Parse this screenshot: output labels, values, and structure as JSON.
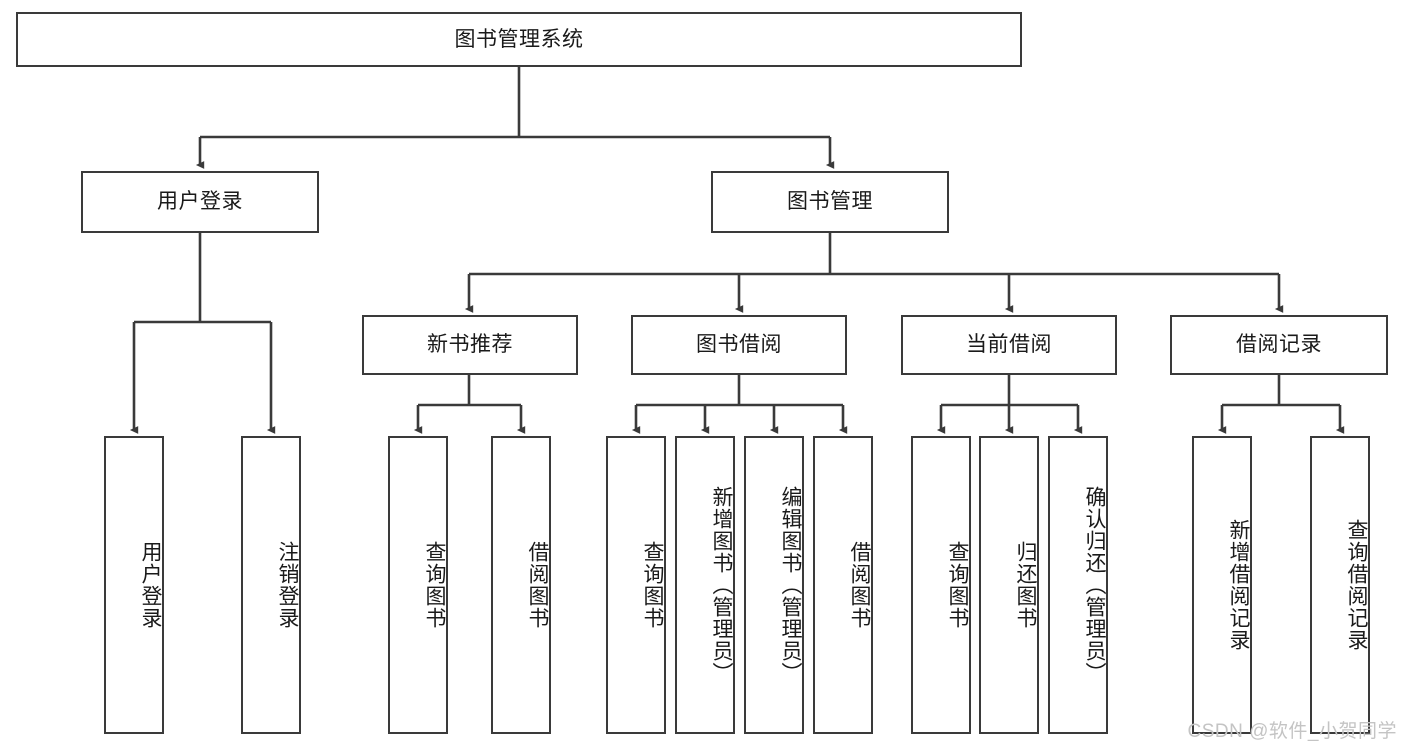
{
  "diagram": {
    "type": "tree-hierarchy",
    "title": "图书管理系统",
    "root": {
      "id": "root",
      "label": "图书管理系统"
    },
    "level2": [
      {
        "id": "user-login",
        "label": "用户登录"
      },
      {
        "id": "book-manage",
        "label": "图书管理"
      }
    ],
    "level3": [
      {
        "id": "new-book-recommend",
        "label": "新书推荐",
        "parent": "book-manage"
      },
      {
        "id": "book-borrow",
        "label": "图书借阅",
        "parent": "book-manage"
      },
      {
        "id": "current-borrow",
        "label": "当前借阅",
        "parent": "book-manage"
      },
      {
        "id": "borrow-record",
        "label": "借阅记录",
        "parent": "book-manage"
      }
    ],
    "leaves": [
      {
        "id": "leaf-user-login",
        "label": "用户登录",
        "parent": "user-login"
      },
      {
        "id": "leaf-logout",
        "label": "注销登录",
        "parent": "user-login"
      },
      {
        "id": "leaf-query-book-1",
        "label": "查询图书",
        "parent": "new-book-recommend"
      },
      {
        "id": "leaf-borrow-book-1",
        "label": "借阅图书",
        "parent": "new-book-recommend"
      },
      {
        "id": "leaf-query-book-2",
        "label": "查询图书",
        "parent": "book-borrow"
      },
      {
        "id": "leaf-add-book",
        "label": "新增图书（管理员）",
        "parent": "book-borrow"
      },
      {
        "id": "leaf-edit-book",
        "label": "编辑图书（管理员）",
        "parent": "book-borrow"
      },
      {
        "id": "leaf-borrow-book-2",
        "label": "借阅图书",
        "parent": "book-borrow"
      },
      {
        "id": "leaf-query-book-3",
        "label": "查询图书",
        "parent": "current-borrow"
      },
      {
        "id": "leaf-return-book",
        "label": "归还图书",
        "parent": "current-borrow"
      },
      {
        "id": "leaf-confirm-return",
        "label": "确认归还（管理员）",
        "parent": "current-borrow"
      },
      {
        "id": "leaf-add-record",
        "label": "新增借阅记录",
        "parent": "borrow-record"
      },
      {
        "id": "leaf-query-record",
        "label": "查询借阅记录",
        "parent": "borrow-record"
      }
    ],
    "colors": {
      "stroke": "#3a3a3a",
      "fill": "#ffffff",
      "text": "#1a1a1a",
      "watermark": "#c4c4c4"
    }
  },
  "watermark": {
    "text": "CSDN @软件_小贺同学"
  }
}
